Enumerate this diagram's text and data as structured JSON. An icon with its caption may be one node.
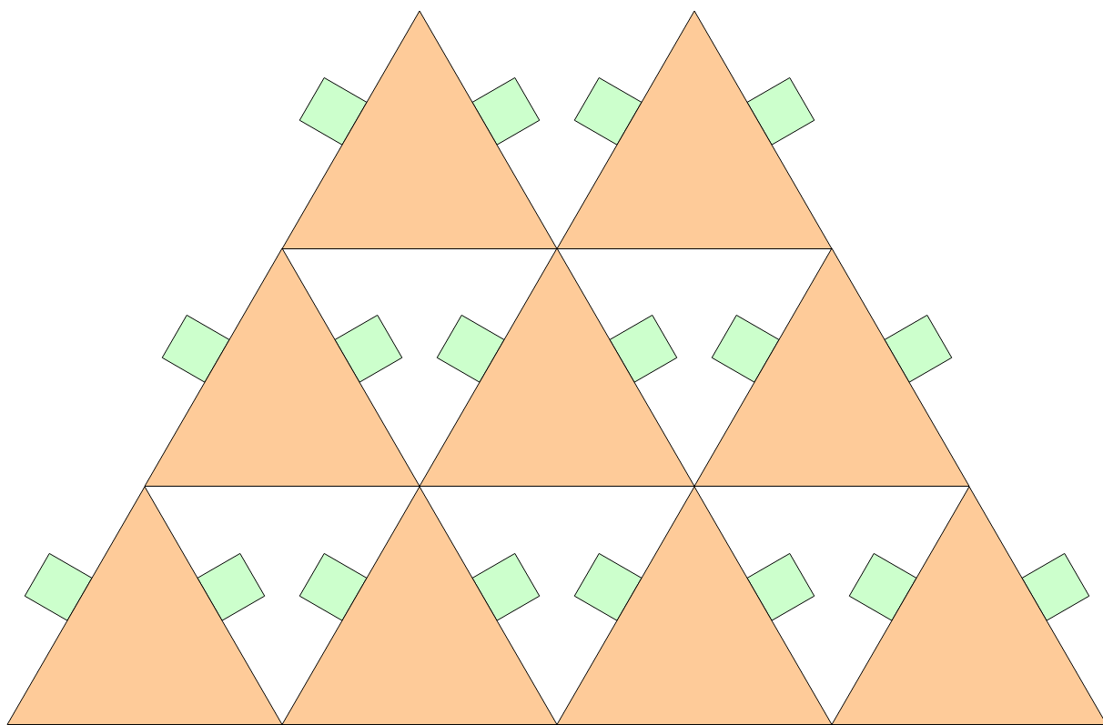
{
  "diagram": {
    "nodes": [
      {
        "text": [],
        "shape": "triangle"
      },
      {
        "text": [],
        "shape": "triangle"
      },
      {
        "text": [],
        "shape": "triangle"
      },
      {
        "text": [],
        "shape": "triangle"
      },
      {
        "text": [],
        "shape": "triangle"
      },
      {
        "text": [],
        "shape": "triangle"
      },
      {
        "text": [],
        "shape": "triangle"
      },
      {
        "text": [],
        "shape": "triangle"
      },
      {
        "text": [],
        "shape": "triangle"
      },
      {
        "text": [],
        "shape": "box"
      },
      {
        "text": [],
        "shape": "box"
      },
      {
        "text": [],
        "shape": "box"
      },
      {
        "text": [],
        "shape": "box"
      },
      {
        "text": [],
        "shape": "box"
      },
      {
        "text": [],
        "shape": "box"
      },
      {
        "text": [],
        "shape": "box"
      },
      {
        "text": [],
        "shape": "box"
      },
      {
        "text": [],
        "shape": "box"
      },
      {
        "text": [],
        "shape": "box"
      },
      {
        "text": [],
        "shape": "box"
      },
      {
        "text": [],
        "shape": "box"
      },
      {
        "text": [],
        "shape": "box"
      },
      {
        "text": [],
        "shape": "box"
      },
      {
        "text": [],
        "shape": "box"
      },
      {
        "text": [],
        "shape": "box"
      },
      {
        "text": [],
        "shape": "box"
      },
      {
        "text": [],
        "shape": "box"
      }
    ]
  }
}
